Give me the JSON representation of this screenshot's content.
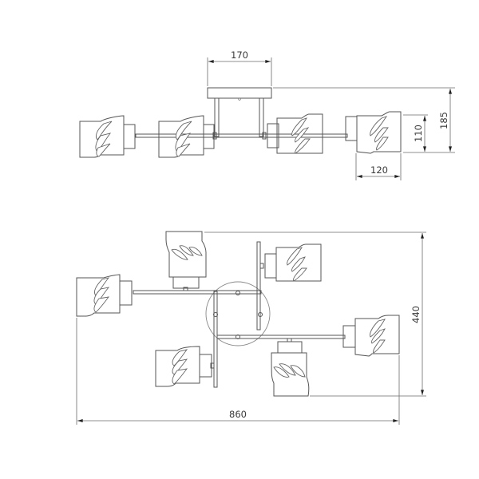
{
  "drawing": {
    "title": "Ceiling lamp dimension drawing",
    "line_color": "#555555",
    "background": "#ffffff",
    "side_view": {
      "dimensions": {
        "base_width": "170",
        "total_height": "185",
        "shade_height": "110",
        "shade_width": "120"
      },
      "shade_count": 4
    },
    "top_view": {
      "dimensions": {
        "total_width": "860",
        "total_depth": "440"
      },
      "shade_count": 6
    }
  }
}
